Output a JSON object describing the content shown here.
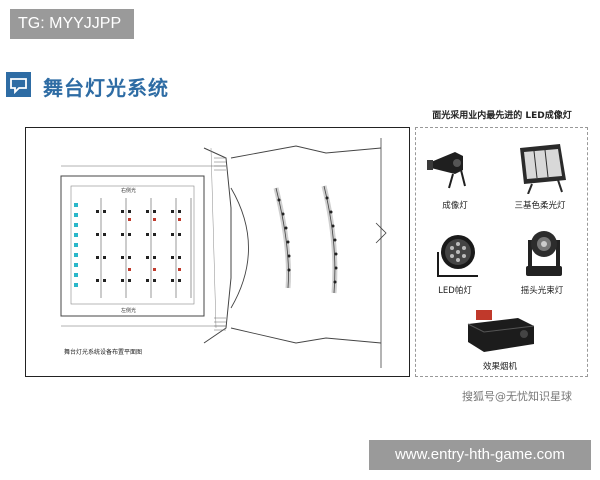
{
  "tg_label": "TG: MYYJJPP",
  "section_title": "舞台灯光系统",
  "plan": {
    "caption": "舞台灯光系统设备布置平面图",
    "labels": [
      "右侧光",
      "左侧光"
    ]
  },
  "panel": {
    "title": "面光采用业内最先进的 LED成像灯",
    "items": [
      {
        "label": "成像灯",
        "icon": "profile-spot-icon"
      },
      {
        "label": "三基色柔光灯",
        "icon": "softlight-icon"
      },
      {
        "label": "LED帕灯",
        "icon": "led-par-icon"
      },
      {
        "label": "摇头光束灯",
        "icon": "moving-head-icon"
      },
      {
        "label": "效果烟机",
        "icon": "fog-machine-icon"
      }
    ]
  },
  "watermark": "搜狐号@无忧知识星球",
  "url_banner": "www.entry-hth-game.com"
}
